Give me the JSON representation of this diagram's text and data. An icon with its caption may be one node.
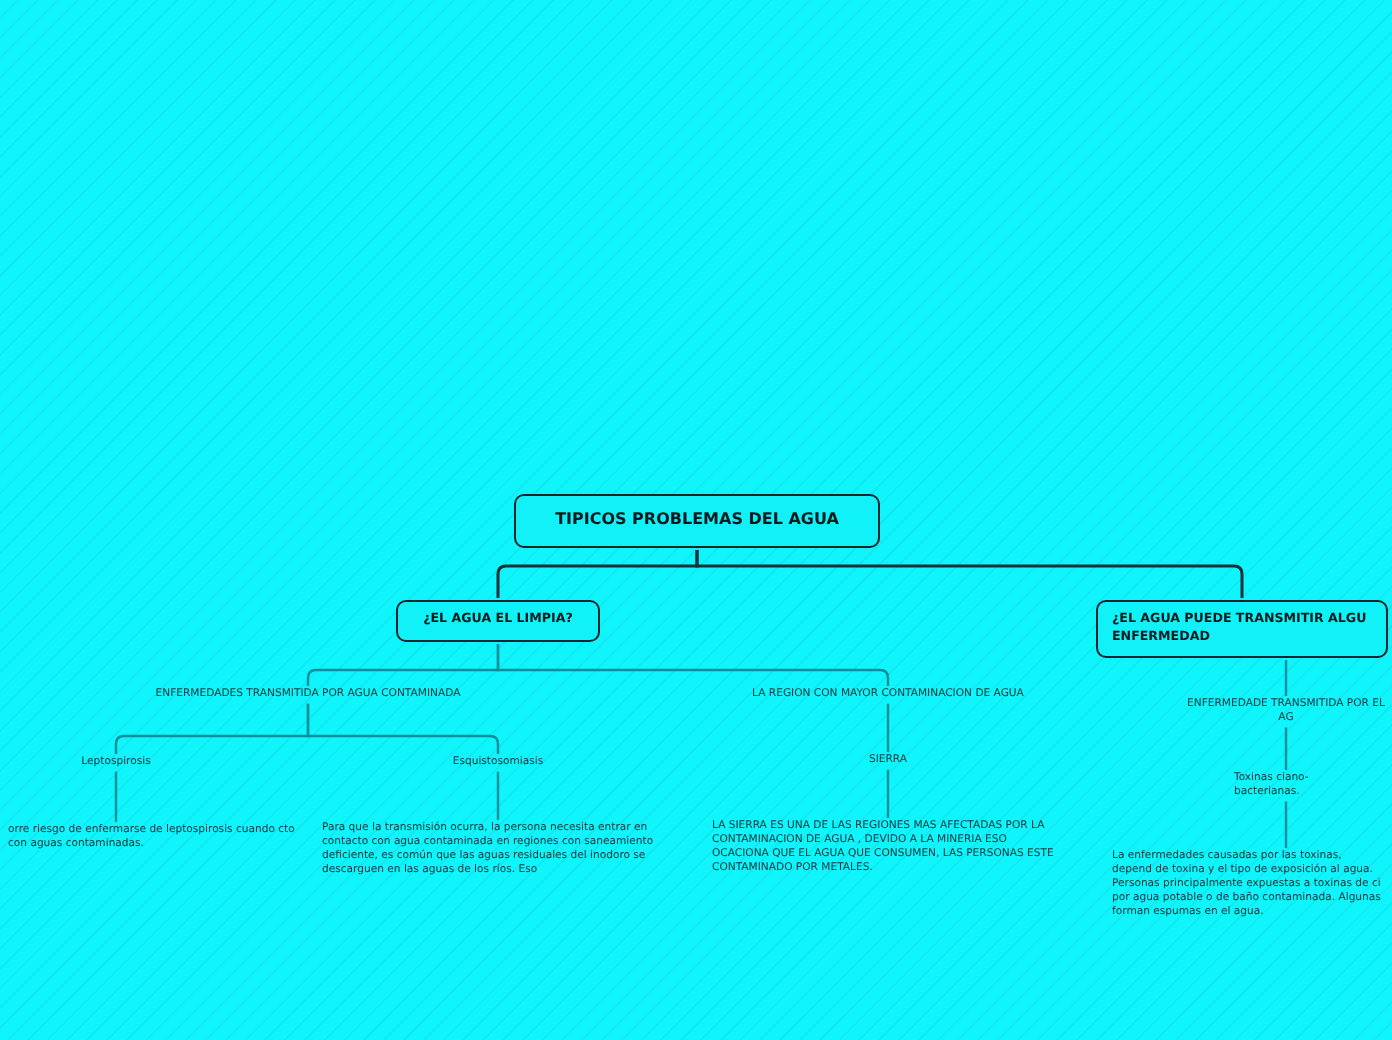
{
  "diagram": {
    "nodes": [
      {
        "text": [
          "TIPICOS PROBLEMAS DEL AGUA"
        ]
      },
      {
        "text": [
          "¿EL AGUA EL LIMPIA?"
        ]
      },
      {
        "text": [
          "¿EL AGUA PUEDE TRANSMITIR ALGU ENFERMEDAD"
        ]
      },
      {
        "text": [
          "ENFERMEDADES TRANSMITIDA POR AGUA CONTAMINADA"
        ]
      },
      {
        "text": [
          "LA REGION CON MAYOR CONTAMINACION DE AGUA"
        ]
      },
      {
        "text": [
          "ENFERMEDADE TRANSMITIDA POR EL AG"
        ]
      },
      {
        "text": [
          "Leptospirosis"
        ]
      },
      {
        "text": [
          "Esquistosomiasis"
        ]
      },
      {
        "text": [
          "SIERRA"
        ]
      },
      {
        "text": [
          "Toxinas ciano-bacterianas."
        ]
      },
      {
        "text": [
          "orre riesgo de enfermarse de leptospirosis cuando cto con aguas contaminadas."
        ]
      },
      {
        "text": [
          "Para que la transmisión ocurra, la persona necesita entrar en contacto con agua contaminada en regiones con saneamiento deficiente, es común que las aguas residuales del inodoro se descarguen en las aguas de los ríos. Eso"
        ]
      },
      {
        "text": [
          "LA SIERRA ES UNA DE LAS REGIONES MAS AFECTADAS POR LA CONTAMINACION DE AGUA , DEVIDO A LA MINERIA ESO OCACIONA QUE EL AGUA QUE CONSUMEN, LAS PERSONAS ESTE CONTAMINADO POR METALES."
        ]
      },
      {
        "text": [
          "La enfermedades causadas por las toxinas, depend de toxina y el tipo de exposición al agua. Personas principalmente expuestas a toxinas de ci por agua potable o de baño contaminada. Algunas forman espumas en el agua."
        ]
      }
    ],
    "edges": [
      {
        "from": 0,
        "to": 1,
        "arrow": "none",
        "color": "#14303a"
      },
      {
        "from": 0,
        "to": 2,
        "arrow": "none",
        "color": "#14303a"
      },
      {
        "from": 1,
        "to": 3,
        "arrow": "none"
      },
      {
        "from": 1,
        "to": 4,
        "arrow": "none"
      },
      {
        "from": 2,
        "to": 5,
        "arrow": "none"
      },
      {
        "from": 3,
        "to": 6,
        "arrow": "none"
      },
      {
        "from": 3,
        "to": 7,
        "arrow": "none"
      },
      {
        "from": 4,
        "to": 8,
        "arrow": "none"
      },
      {
        "from": 5,
        "to": 9,
        "arrow": "none"
      },
      {
        "from": 6,
        "to": 10,
        "arrow": "none"
      },
      {
        "from": 7,
        "to": 11,
        "arrow": "none"
      },
      {
        "from": 8,
        "to": 12,
        "arrow": "none"
      },
      {
        "from": 9,
        "to": 13,
        "arrow": "none"
      }
    ]
  }
}
